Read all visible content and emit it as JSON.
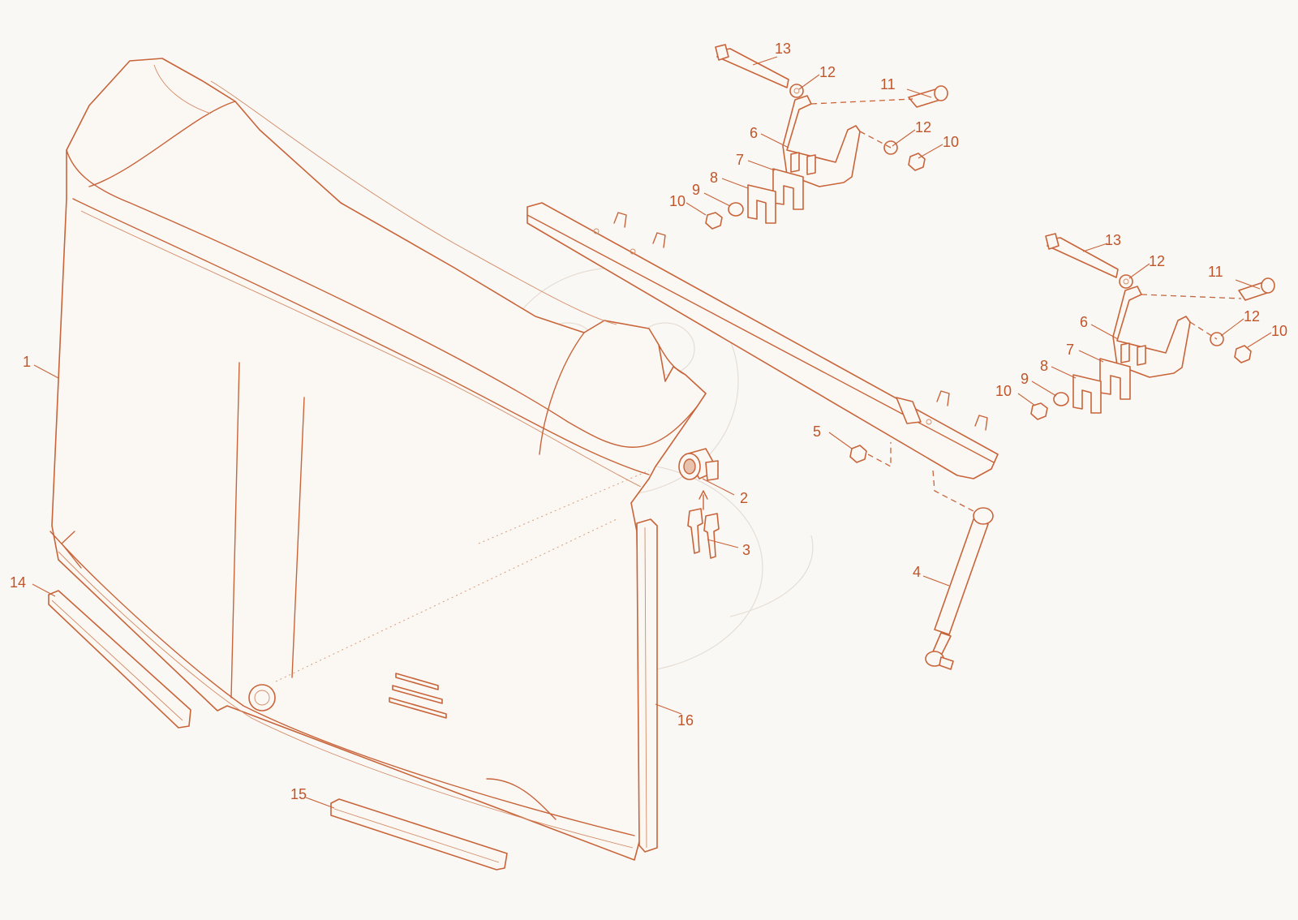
{
  "diagram": {
    "colors": {
      "line": "#c8643a",
      "text": "#c0552a",
      "background": "#faf8f4"
    },
    "callouts": [
      "1",
      "2",
      "3",
      "4",
      "5",
      "6",
      "7",
      "8",
      "9",
      "10",
      "11",
      "12",
      "13",
      "14",
      "15",
      "16"
    ],
    "right_group": {
      "n6": "6",
      "n7": "7",
      "n8": "8",
      "n9": "9",
      "n10a": "10",
      "n10b": "10",
      "n11": "11",
      "n12a": "12",
      "n12b": "12",
      "n13": "13"
    },
    "left_group": {
      "n6": "6",
      "n7": "7",
      "n8": "8",
      "n9": "9",
      "n10a": "10",
      "n10b": "10",
      "n11": "11",
      "n12a": "12",
      "n12b": "12",
      "n13": "13"
    }
  }
}
